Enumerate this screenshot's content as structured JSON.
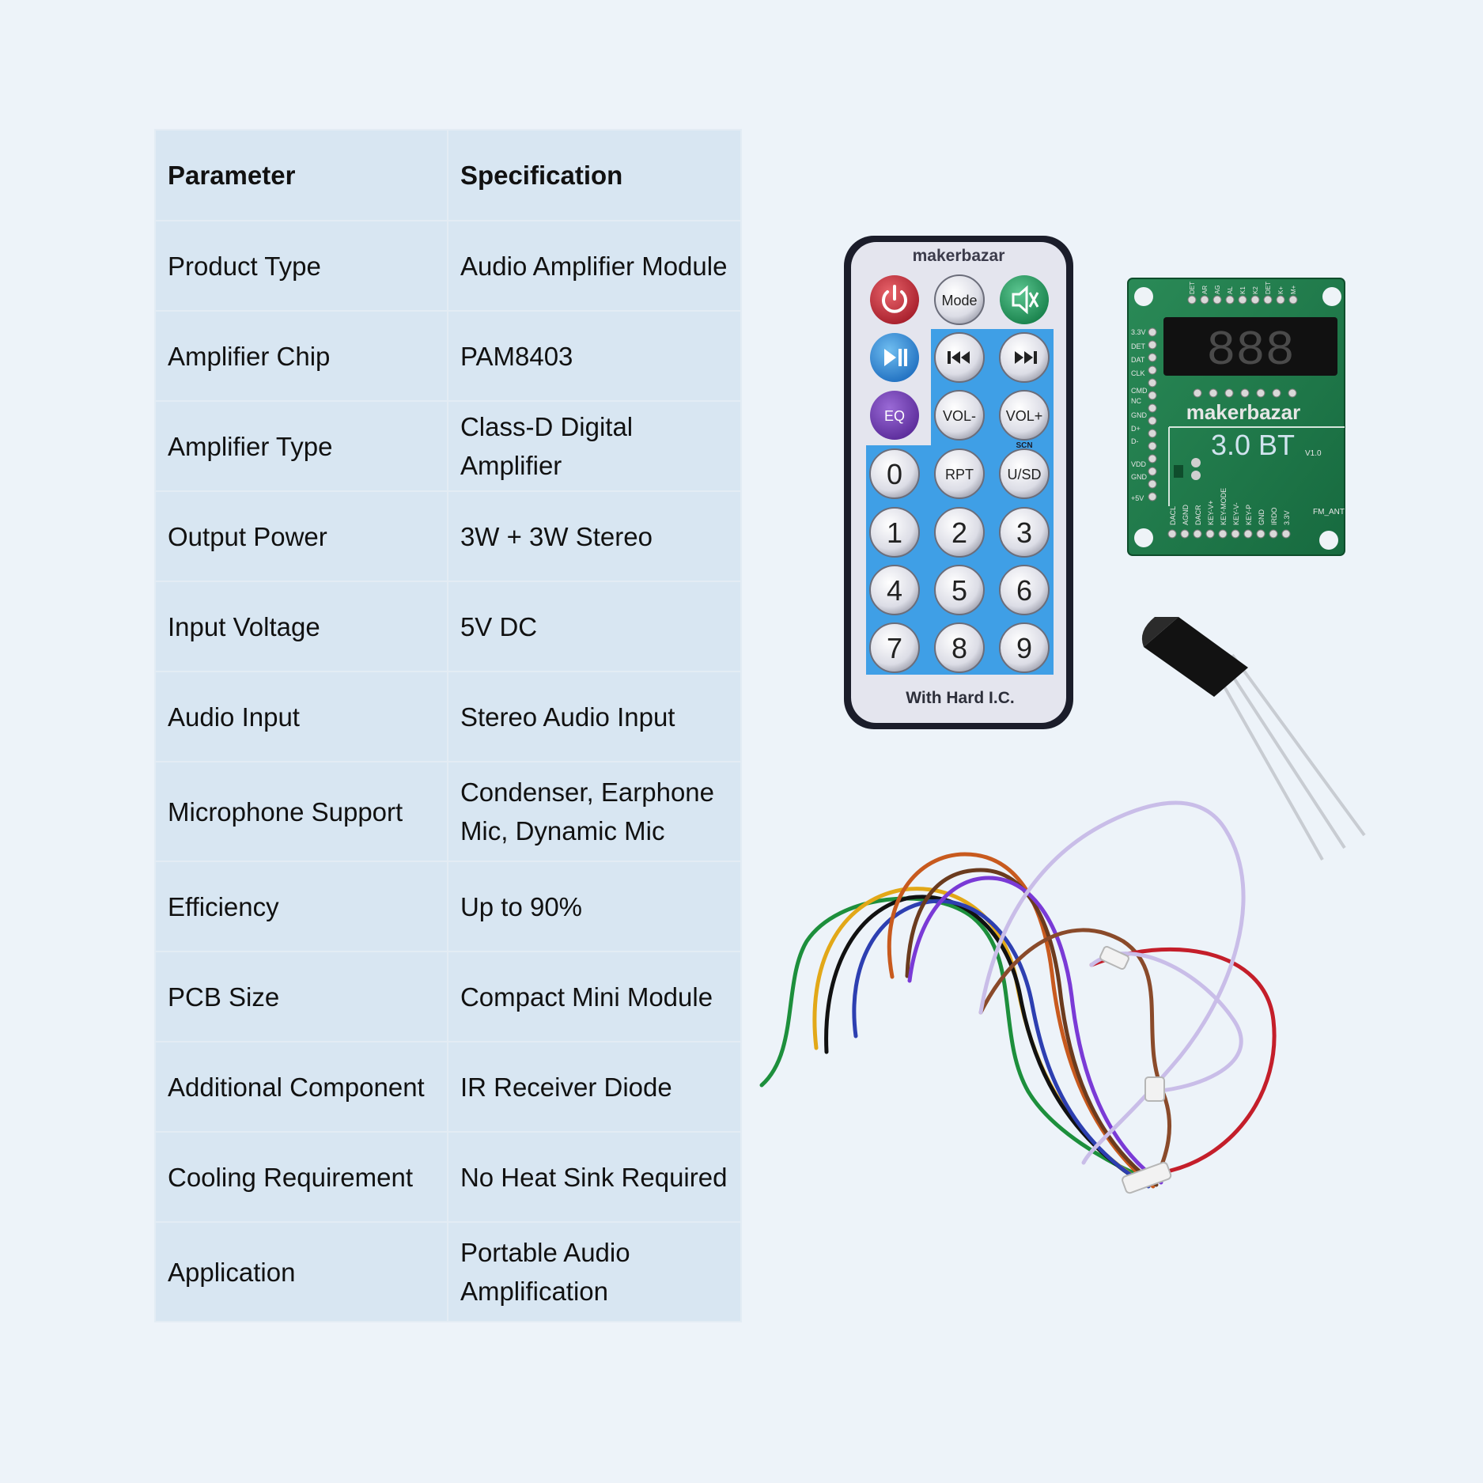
{
  "table": {
    "headers": [
      "Parameter",
      "Specification"
    ],
    "rows": [
      [
        "Product Type",
        "Audio Amplifier Module"
      ],
      [
        "Amplifier Chip",
        "PAM8403"
      ],
      [
        "Amplifier Type",
        "Class-D Digital Amplifier"
      ],
      [
        "Output Power",
        "3W + 3W Stereo"
      ],
      [
        "Input Voltage",
        "5V DC"
      ],
      [
        "Audio Input",
        "Stereo Audio Input"
      ],
      [
        "Microphone Support",
        "Condenser, Earphone Mic, Dynamic Mic"
      ],
      [
        "Efficiency",
        "Up to 90%"
      ],
      [
        "PCB Size",
        "Compact Mini Module"
      ],
      [
        "Additional Component",
        "IR Receiver Diode"
      ],
      [
        "Cooling Requirement",
        "No Heat Sink Required"
      ],
      [
        "Application",
        "Portable Audio Amplification"
      ]
    ]
  },
  "remote": {
    "brand": "makerbazar",
    "mode_label": "Mode",
    "eq_label": "EQ",
    "vol_minus": "VOL-",
    "vol_plus": "VOL+",
    "rpt": "RPT",
    "usd": "U/SD",
    "scn": "SCN",
    "digits": [
      "0",
      "1",
      "2",
      "3",
      "4",
      "5",
      "6",
      "7",
      "8",
      "9"
    ],
    "footer": "With Hard I.C.",
    "icons": [
      "power-icon",
      "mute-icon",
      "play-pause-icon",
      "previous-icon",
      "next-icon"
    ]
  },
  "board": {
    "brand": "makerbazar",
    "model": "3.0 BT",
    "version": "V1.0",
    "display": "888",
    "antenna_label": "FM_ANT",
    "left_pins": [
      "3.3V",
      "DET",
      "DAT",
      "CLK",
      "CMD",
      "NC",
      "GND",
      "D+",
      "D-",
      "VDD",
      "GND",
      "+5V"
    ],
    "bottom_pins": [
      "DACL",
      "AGND",
      "DACR",
      "KEY-V+",
      "KEY-MODE",
      "KEY-V-",
      "KEY-P",
      "GND",
      "IRDO",
      "3.3V"
    ],
    "top_pins": [
      "DET",
      "AR",
      "AG",
      "AL",
      "K1",
      "K2",
      "DET",
      "K+",
      "M+"
    ]
  },
  "colors": {
    "background": "#edf3f9",
    "table_fill": "#d8e6f2",
    "remote_blue": "#3f9fe6",
    "pcb_green": "#1f7a4b"
  }
}
